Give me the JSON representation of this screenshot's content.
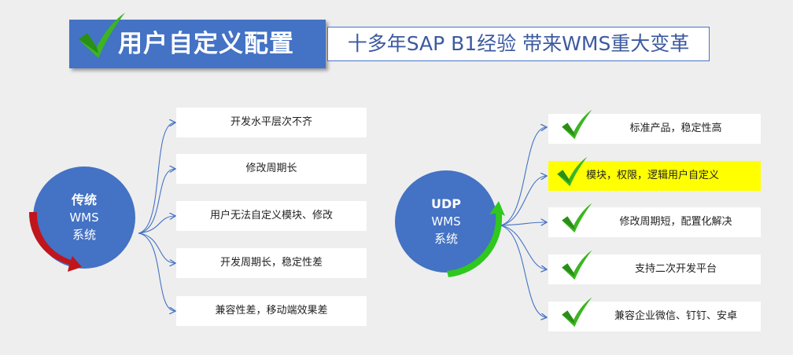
{
  "title": "用户自定义配置",
  "subtitle": "十多年SAP  B1经验 带来WMS重大变革",
  "left": {
    "circle": [
      "传统",
      "WMS",
      "系统"
    ],
    "items": [
      "开发水平层次不齐",
      "修改周期长",
      "用户无法自定义模块、修改",
      "开发周期长，稳定性差",
      "兼容性差，移动端效果差"
    ]
  },
  "right": {
    "circle": [
      "UDP",
      "WMS",
      "系统"
    ],
    "items": [
      "标准产品，稳定性高",
      "模块，权限，逻辑用户自定义",
      "修改周期短，配置化解决",
      "支持二次开发平台",
      "兼容企业微信、钉钉、安卓"
    ]
  },
  "colors": {
    "blue": "#4472c4",
    "check": "#3cb521",
    "red_arrow": "#c0151c",
    "green_arrow": "#2ec81e",
    "highlight": "#ffff00"
  },
  "icons": [
    "check-icon"
  ]
}
